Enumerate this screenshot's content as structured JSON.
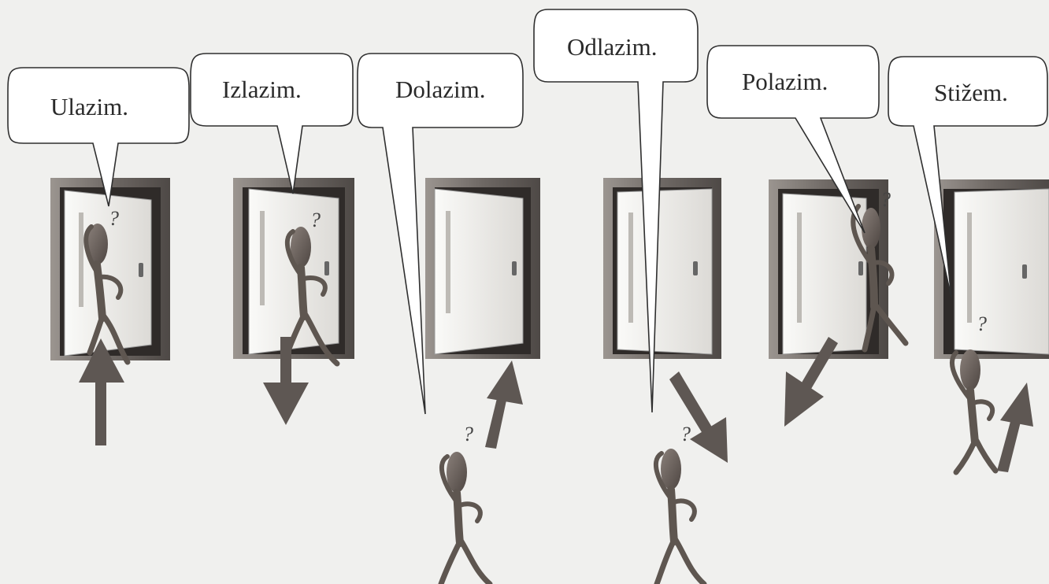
{
  "scenes": [
    {
      "id": "ulazim",
      "label": "Ulazim.",
      "question": "?"
    },
    {
      "id": "izlazim",
      "label": "Izlazim.",
      "question": "?"
    },
    {
      "id": "dolazim",
      "label": "Dolazim.",
      "question": "?"
    },
    {
      "id": "odlazim",
      "label": "Odlazim.",
      "question": "?"
    },
    {
      "id": "polazim",
      "label": "Polazim.",
      "question": "?"
    },
    {
      "id": "stizem",
      "label": "Stižem.",
      "question": "?"
    }
  ],
  "colors": {
    "background": "#f0f0ee",
    "door_frame": "#7a7470",
    "door_panel": "#f4f4f2",
    "door_shadow": "#3a3634",
    "figure": "#6e6560",
    "arrow": "#5e5753",
    "bubble_fill": "#ffffff",
    "bubble_stroke": "#2f2f2f"
  }
}
